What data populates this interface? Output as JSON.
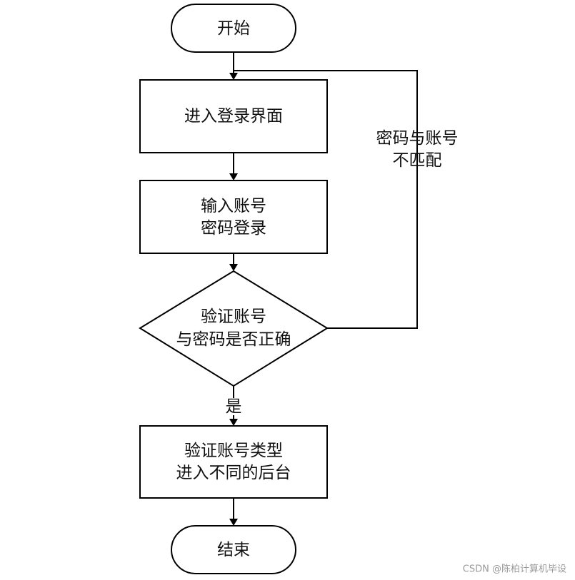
{
  "flowchart": {
    "start": {
      "label": "开始"
    },
    "login_page": {
      "label": "进入登录界面"
    },
    "input_credentials": {
      "lines": [
        "输入账号",
        "密码登录"
      ]
    },
    "verify": {
      "lines": [
        "验证账号",
        "与密码是否正确"
      ]
    },
    "verify_type": {
      "lines": [
        "验证账号类型",
        "进入不同的后台"
      ]
    },
    "end": {
      "label": "结束"
    },
    "edge_labels": {
      "yes": "是",
      "mismatch": [
        "密码与账号",
        "不匹配"
      ]
    }
  },
  "watermark": "CSDN @陈柏计算机毕设",
  "colors": {
    "stroke": "#000000",
    "fill": "#ffffff",
    "text": "#111111",
    "watermark": "#9a9a9a"
  }
}
